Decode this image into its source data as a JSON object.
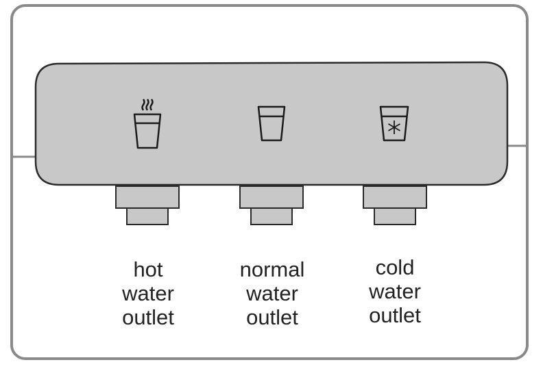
{
  "colors": {
    "frame": "#8a8a8a",
    "panel": "#c8c8c8",
    "panel_border": "#2a2a2a",
    "nozzle": "#c8c8c8",
    "icon_stroke": "#1a1a1a",
    "text": "#222222"
  },
  "outlets": [
    {
      "icon": "hot-water-cup-icon",
      "label_lines": [
        "hot",
        "water",
        "outlet"
      ]
    },
    {
      "icon": "normal-water-cup-icon",
      "label_lines": [
        "normal",
        "water",
        "outlet"
      ]
    },
    {
      "icon": "cold-water-cup-icon",
      "label_lines": [
        "cold",
        "water",
        "outlet"
      ]
    }
  ]
}
